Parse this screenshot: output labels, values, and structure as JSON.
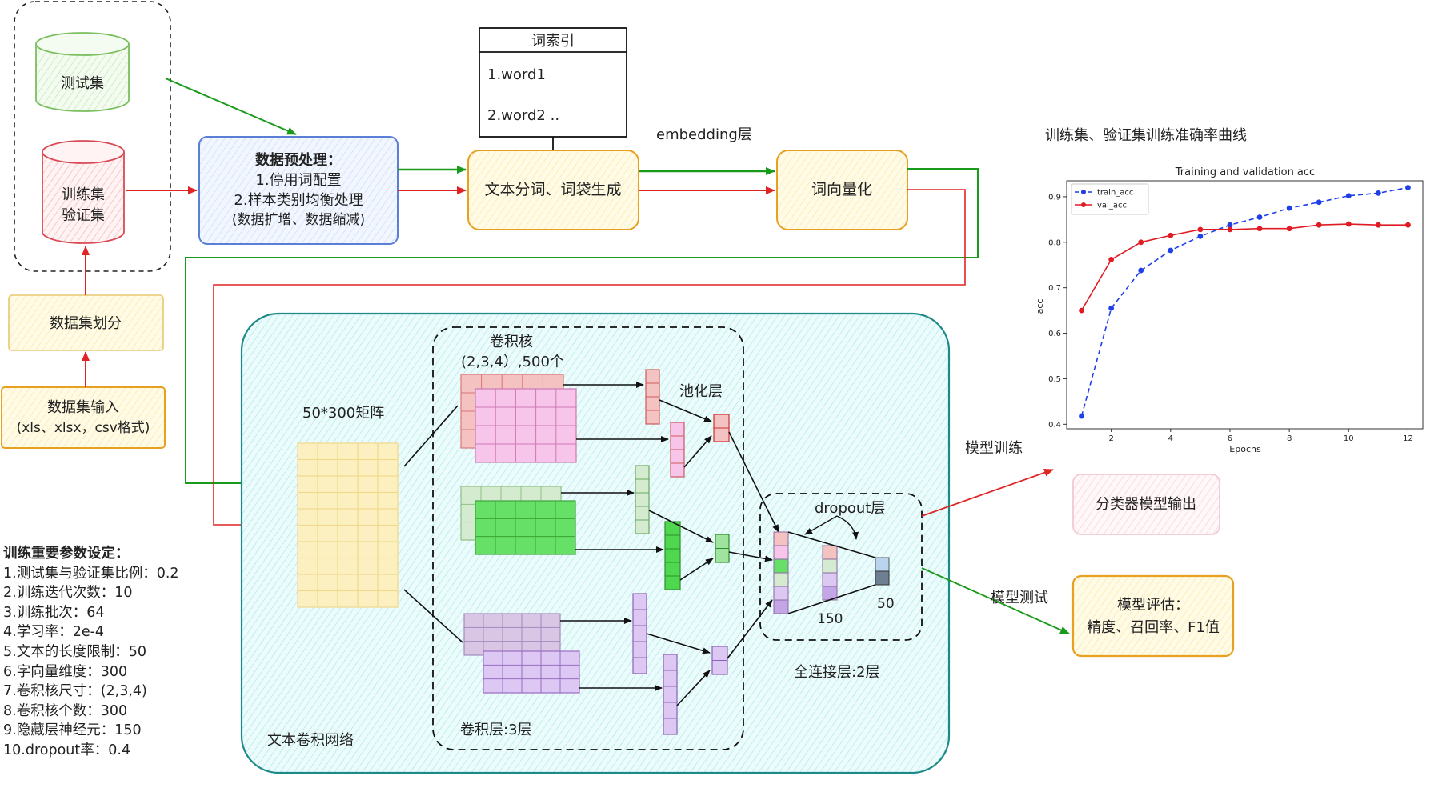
{
  "storage": {
    "test_set": "测试集",
    "train_val_line1": "训练集",
    "train_val_line2": "验证集"
  },
  "split_box": "数据集划分",
  "input_box": {
    "line1": "数据集输入",
    "line2": "(xls、xlsx，csv格式)"
  },
  "preprocess": {
    "title": "数据预处理：",
    "line1": "1.停用词配置",
    "line2": "2.样本类别均衡处理",
    "line3": "(数据扩增、数据缩减)"
  },
  "word_index": {
    "title": "词索引",
    "item1": "1.word1",
    "item2": "2.word2 .."
  },
  "tokenize_box": "文本分词、词袋生成",
  "embedding_label": "embedding层",
  "vectorize_box": "词向量化",
  "cnn": {
    "matrix_label": "50*300矩阵",
    "kernel_label_line1": "卷积核",
    "kernel_label_line2": "(2,3,4）,500个",
    "pool_label": "池化层",
    "dropout_label": "dropout层",
    "fc_150": "150",
    "fc_50": "50",
    "fc_label": "全连接层:2层",
    "conv_layer_label": "卷积层:3层",
    "network_label": "文本卷积网络"
  },
  "train_edge_label": "模型训练",
  "test_edge_label": "模型测试",
  "classifier_box": "分类器模型输出",
  "eval_box": {
    "line1": "模型评估：",
    "line2": "精度、召回率、F1值"
  },
  "params": {
    "title": "训练重要参数设定：",
    "items": [
      "1.测试集与验证集比例：0.2",
      "2.训练迭代次数：10",
      "3.训练批次：64",
      "4.学习率：2e-4",
      "5.文本的长度限制：50",
      "6.字向量维度：300",
      "7.卷积核尺寸：(2,3,4)",
      "8.卷积核个数：300",
      "9.隐藏层神经元：150",
      "10.dropout率：0.4"
    ]
  },
  "chart_caption": "训练集、验证集训练准确率曲线",
  "chart_data": {
    "type": "line",
    "title": "Training and validation acc",
    "xlabel": "Epochs",
    "ylabel": "acc",
    "xlim": [
      0.5,
      12.5
    ],
    "ylim": [
      0.39,
      0.935
    ],
    "xticks": [
      2,
      4,
      6,
      8,
      10,
      12
    ],
    "yticks": [
      0.4,
      0.5,
      0.6,
      0.7,
      0.8,
      0.9
    ],
    "legend_position": "top-left",
    "x": [
      1,
      2,
      3,
      4,
      5,
      6,
      7,
      8,
      9,
      10,
      11,
      12
    ],
    "series": [
      {
        "name": "train_acc",
        "color": "#1f3fe8",
        "style": "dashed-circle",
        "values": [
          0.418,
          0.655,
          0.738,
          0.782,
          0.813,
          0.838,
          0.855,
          0.875,
          0.888,
          0.902,
          0.908,
          0.92
        ]
      },
      {
        "name": "val_acc",
        "color": "#e01b24",
        "style": "solid-circle",
        "values": [
          0.65,
          0.762,
          0.8,
          0.815,
          0.828,
          0.828,
          0.83,
          0.83,
          0.838,
          0.84,
          0.838,
          0.838
        ]
      }
    ]
  },
  "colors": {
    "green_arrow": "#1a9a1a",
    "red_arrow": "#e02424",
    "orange_box": "#e8a020",
    "blue_box": "#5b7fd6",
    "cnn_border": "#1d8a8a"
  }
}
